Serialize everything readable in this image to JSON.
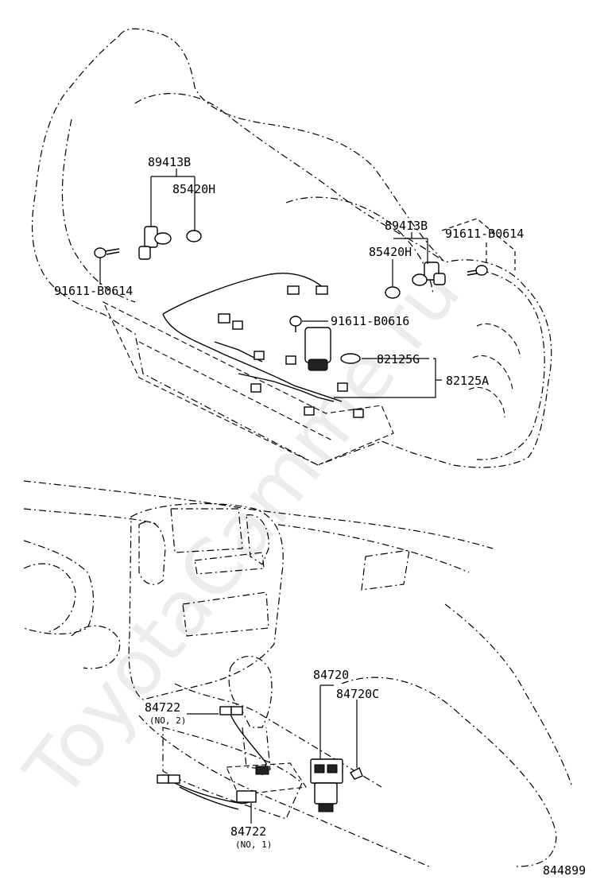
{
  "watermark": "ToyotaCamme.ru",
  "diagram_id": "844899",
  "callouts": {
    "sensor_left": "89413B",
    "oring_left": "85420H",
    "bolt_left": "91611-B0614",
    "sensor_right": "89413B",
    "oring_right": "85420H",
    "bolt_right": "91611-B0614",
    "bolt_center": "91611-B0616",
    "gasket": "82125G",
    "harness": "82125A",
    "switch": "84720",
    "clip": "84720C",
    "wire_no2": "84722",
    "wire_no2_sub": "(NO, 2)",
    "wire_no1": "84722",
    "wire_no1_sub": "(NO, 1)"
  }
}
